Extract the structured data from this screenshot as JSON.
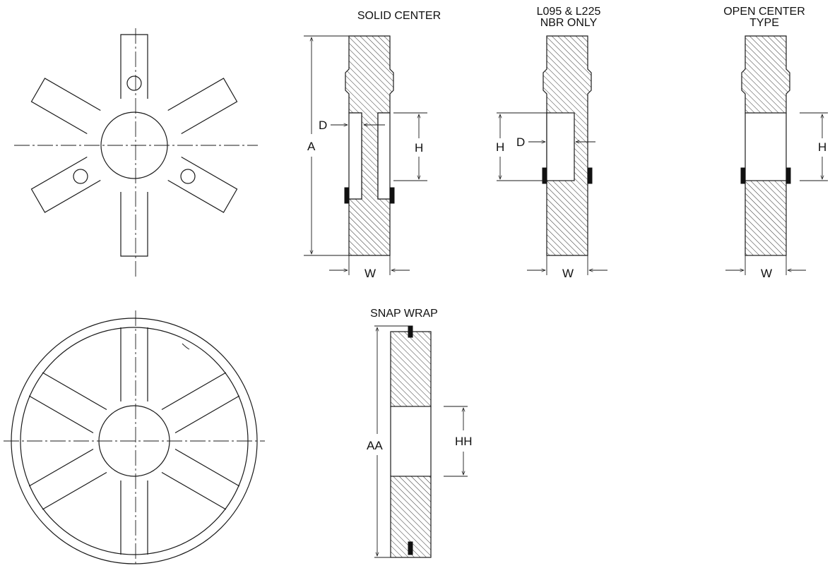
{
  "views": {
    "solid_center": {
      "title": "SOLID CENTER",
      "dim_a": "A",
      "dim_d": "D",
      "dim_h": "H",
      "dim_w": "W"
    },
    "l095_l225": {
      "title_line1": "L095 & L225",
      "title_line2": "NBR ONLY",
      "dim_h": "H",
      "dim_d": "D",
      "dim_w": "W"
    },
    "open_center": {
      "title_line1": "OPEN CENTER",
      "title_line2": "TYPE",
      "dim_h": "H",
      "dim_w": "W"
    },
    "snap_wrap": {
      "title": "SNAP WRAP",
      "dim_aa": "AA",
      "dim_hh": "HH"
    }
  },
  "colors": {
    "line": "#1a1a1a",
    "background": "#ffffff",
    "fill_black": "#111111"
  }
}
